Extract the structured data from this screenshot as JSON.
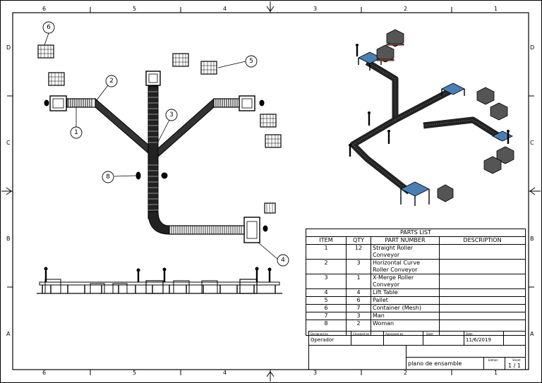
{
  "border": {
    "columns": [
      "6",
      "5",
      "4",
      "3",
      "2",
      "1"
    ],
    "rows": [
      "D",
      "C",
      "B",
      "A"
    ]
  },
  "callouts": [
    "1",
    "2",
    "3",
    "4",
    "5",
    "6",
    "8"
  ],
  "parts_list": {
    "title": "PARTS LIST",
    "headers": [
      "ITEM",
      "QTY",
      "PART NUMBER",
      "DESCRIPTION"
    ],
    "rows": [
      {
        "item": "1",
        "qty": "12",
        "part": "Straight Roller Conveyor",
        "desc": ""
      },
      {
        "item": "2",
        "qty": "3",
        "part": "Horizontal Curve Roller Conveyor",
        "desc": ""
      },
      {
        "item": "3",
        "qty": "1",
        "part": "X-Merge Roller Conveyor",
        "desc": ""
      },
      {
        "item": "4",
        "qty": "4",
        "part": "Lift Table",
        "desc": ""
      },
      {
        "item": "5",
        "qty": "6",
        "part": "Pallet",
        "desc": ""
      },
      {
        "item": "6",
        "qty": "7",
        "part": "Container (Mesh)",
        "desc": ""
      },
      {
        "item": "7",
        "qty": "3",
        "part": "Man",
        "desc": ""
      },
      {
        "item": "8",
        "qty": "2",
        "part": "Woman",
        "desc": ""
      }
    ]
  },
  "title_block": {
    "designed_by_label": "Designed by",
    "designed_by": "Operador",
    "checked_by_label": "Checked by",
    "approved_by_label": "Approved by",
    "date_label": "Date",
    "date2_label": "Date",
    "date": "11/6/2019",
    "drawing_title": "plano de ensamble",
    "edition_label": "Edition",
    "sheet_label": "Sheet",
    "sheet": "1 / 1"
  }
}
